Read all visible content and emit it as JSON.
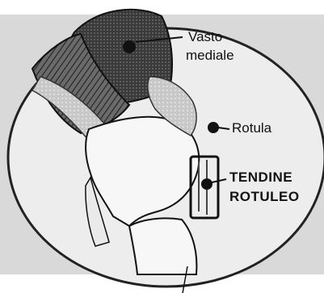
{
  "labels": {
    "vasto_line1": "Vasto",
    "vasto_line2": "mediale",
    "rotula": "Rotula",
    "tendine_line1": "TENDINE",
    "tendine_line2": "ROTULEO"
  },
  "colors": {
    "background_gray": "#d9d9d9",
    "circle_fill": "#ededed",
    "ink": "#111111",
    "muscle_dark": "#2a2a2a",
    "bone_light": "#f4f4f4",
    "band_gray": "#b8b8b8"
  }
}
